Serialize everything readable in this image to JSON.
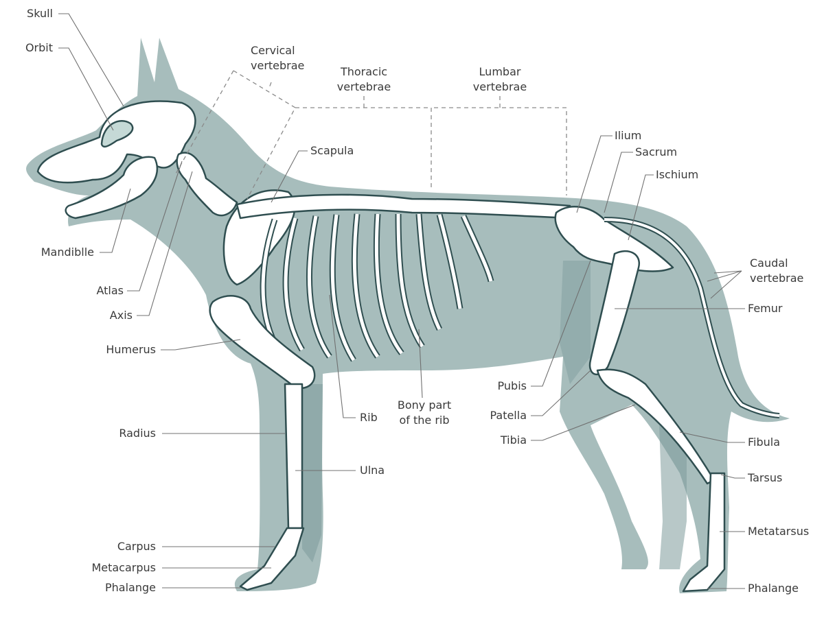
{
  "diagram": {
    "subject": "Dog skeleton anatomy",
    "colors": {
      "body_silhouette": "#a7bdbc",
      "body_shadow": "#7d9a9b",
      "bone_fill": "#ffffff",
      "bone_shade": "#c5d9d6",
      "bone_outline": "#2f4e50",
      "leader_line": "#707070",
      "label_text": "#3a3a3a"
    },
    "labels": {
      "skull": "Skull",
      "orbit": "Orbit",
      "mandible": "Mandiblle",
      "atlas": "Atlas",
      "axis": "Axis",
      "humerus": "Humerus",
      "radius": "Radius",
      "carpus": "Carpus",
      "metacarpus": "Metacarpus",
      "phalange_front": "Phalange",
      "cervical_1": "Cervical",
      "cervical_2": "vertebrae",
      "thoracic_1": "Thoracic",
      "thoracic_2": "vertebrae",
      "lumbar_1": "Lumbar",
      "lumbar_2": "vertebrae",
      "scapula": "Scapula",
      "rib": "Rib",
      "bony_part_1": "Bony part",
      "bony_part_2": "of the rib",
      "ulna": "Ulna",
      "ilium": "Ilium",
      "sacrum": "Sacrum",
      "ischium": "Ischium",
      "caudal_1": "Caudal",
      "caudal_2": "vertebrae",
      "femur": "Femur",
      "pubis": "Pubis",
      "patella": "Patella",
      "tibia": "Tibia",
      "fibula": "Fibula",
      "tarsus": "Tarsus",
      "metatarsus": "Metatarsus",
      "phalange_hind": "Phalange"
    }
  }
}
